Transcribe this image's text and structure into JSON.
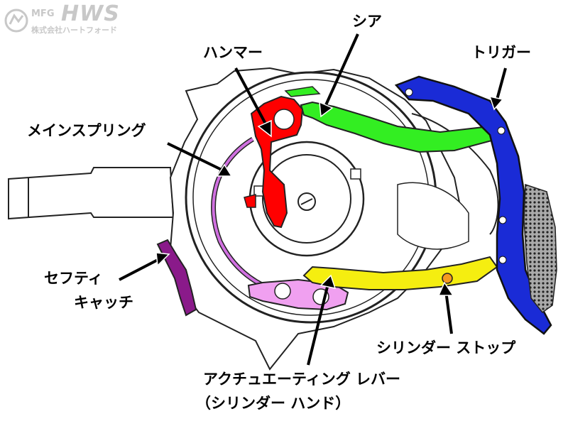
{
  "logo": {
    "prefix": "MFG",
    "brand": "HWS",
    "company": "株式会社ハートフォード"
  },
  "labels": {
    "hammer": "ハンマー",
    "sear": "シア",
    "trigger": "トリガー",
    "mainspring": "メインスプリング",
    "safety_line1": "セフティ",
    "safety_line2": "キャッチ",
    "cylinder_stop": "シリンダー ストップ",
    "lever_line1": "アクチュエーティング レバー",
    "lever_line2": "（シリンダー ハンド）"
  },
  "colors": {
    "hammer": "#ff0000",
    "sear": "#33ee22",
    "trigger": "#1a2bd6",
    "mainspring": "#d070e0",
    "safety_catch": "#8a1a8a",
    "cylinder_stop": "#f59a20",
    "actuating_lever": "#f5ee10",
    "cylinder_hand": "#f0a0f0"
  }
}
